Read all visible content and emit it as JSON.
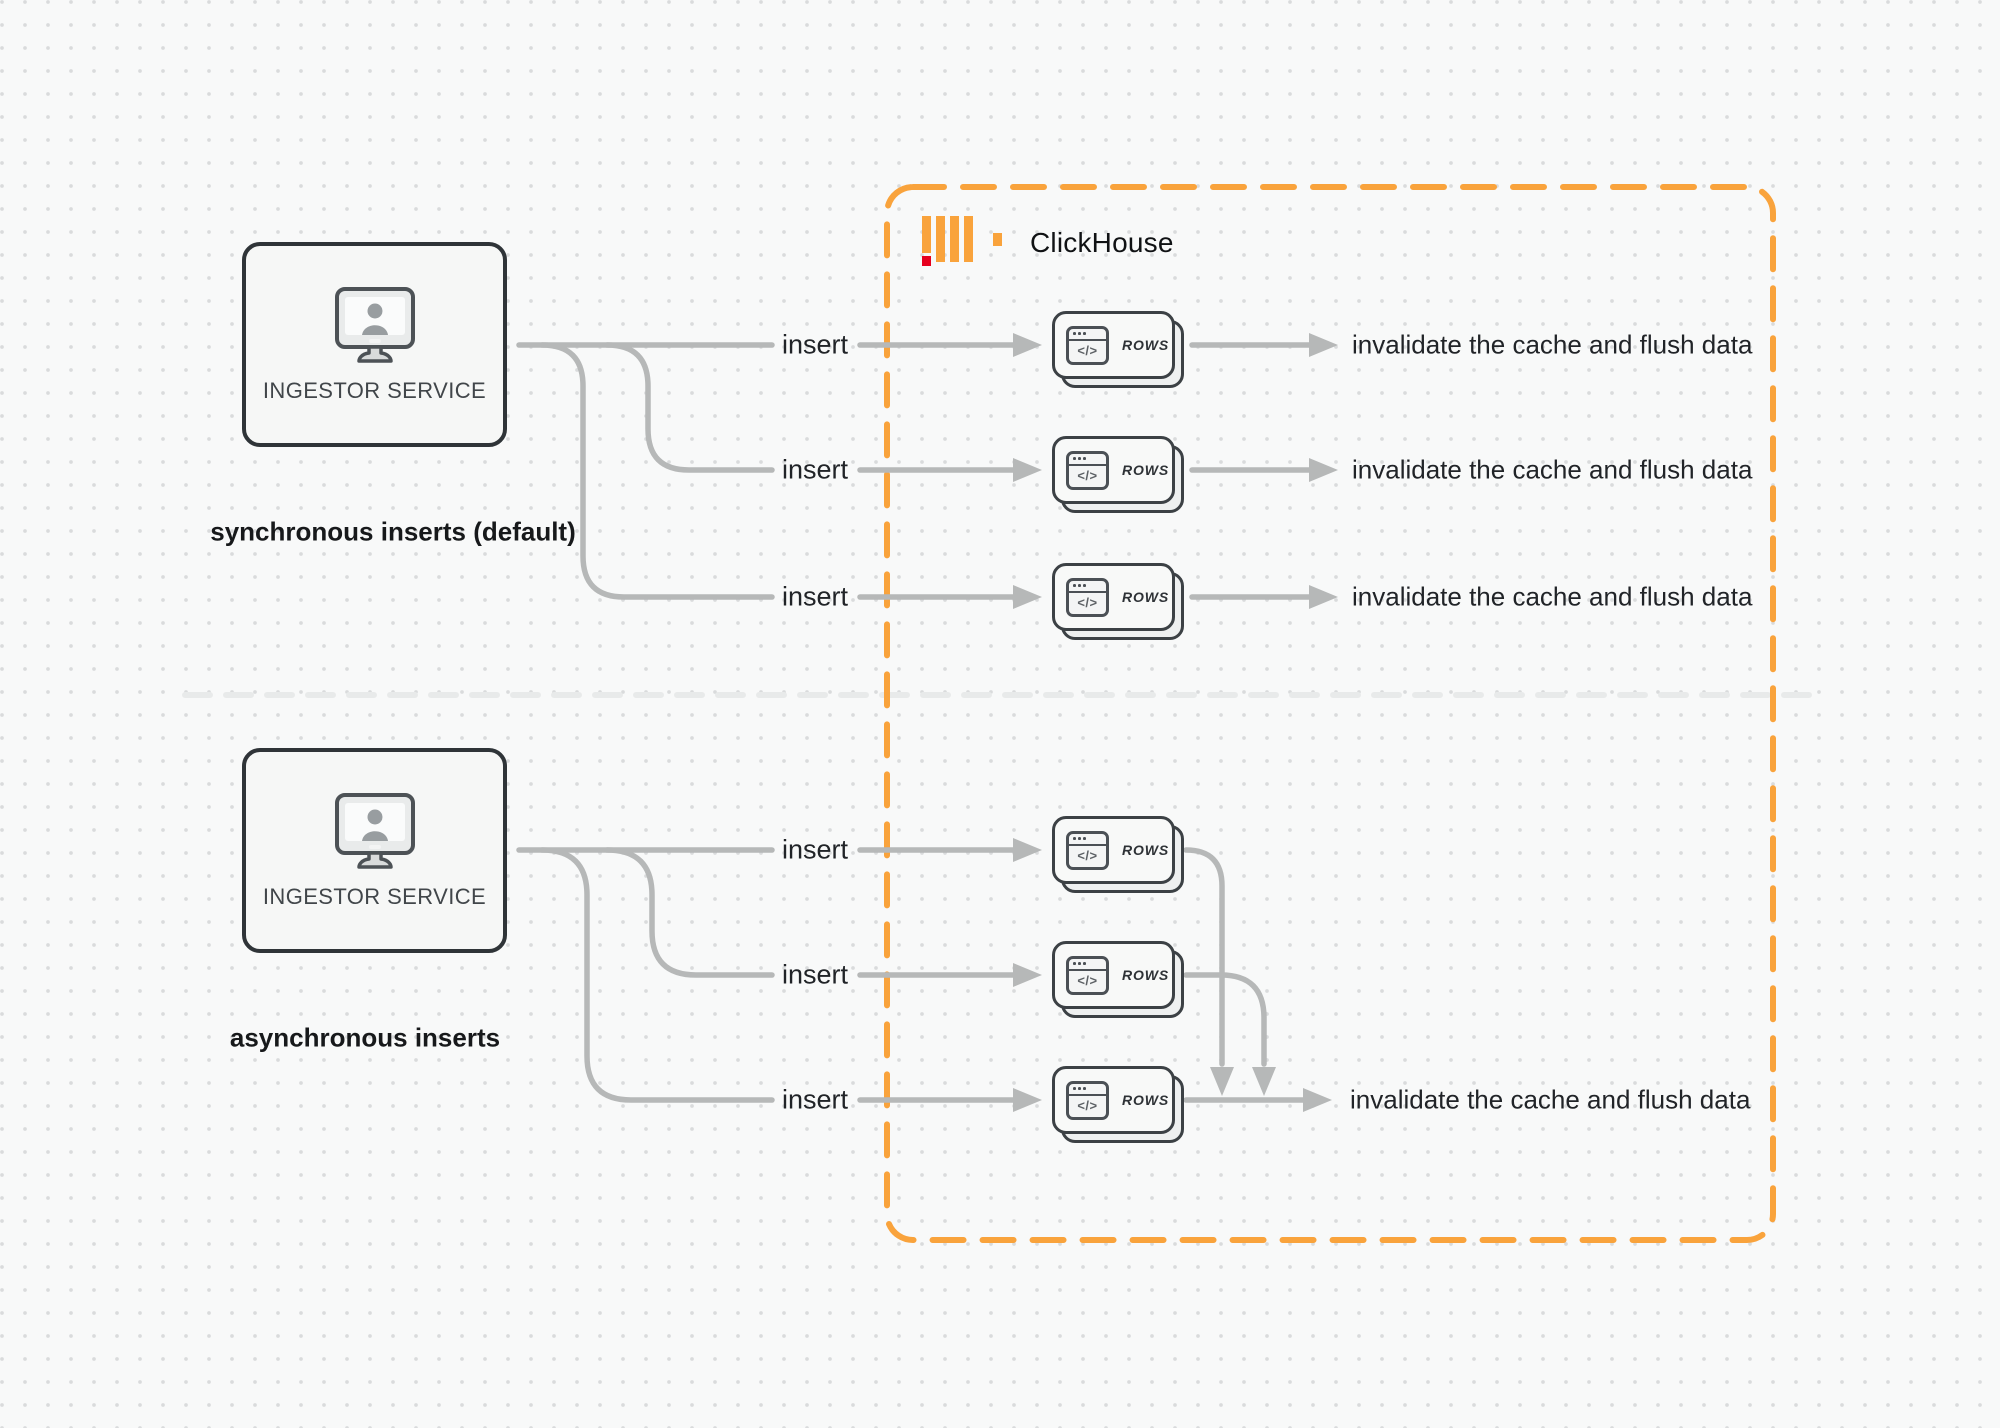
{
  "colors": {
    "accent_orange": "#F9A33C",
    "logo_red": "#E6001E",
    "connector_gray": "#B6B8B8",
    "divider_gray": "#E8EAEA"
  },
  "icons": {
    "code_glyph": "</>"
  },
  "clickhouse": {
    "label": "ClickHouse"
  },
  "sync": {
    "service_label": "INGESTOR SERVICE",
    "caption": "synchronous inserts (default)",
    "rows": [
      {
        "insert": "insert",
        "card_label": "ROWS",
        "outcome": "invalidate the cache and flush data"
      },
      {
        "insert": "insert",
        "card_label": "ROWS",
        "outcome": "invalidate the cache and flush data"
      },
      {
        "insert": "insert",
        "card_label": "ROWS",
        "outcome": "invalidate the cache and flush data"
      }
    ]
  },
  "async": {
    "service_label": "INGESTOR SERVICE",
    "caption": "asynchronous inserts",
    "rows": [
      {
        "insert": "insert",
        "card_label": "ROWS"
      },
      {
        "insert": "insert",
        "card_label": "ROWS"
      },
      {
        "insert": "insert",
        "card_label": "ROWS"
      }
    ],
    "outcome": "invalidate the cache and flush data"
  }
}
